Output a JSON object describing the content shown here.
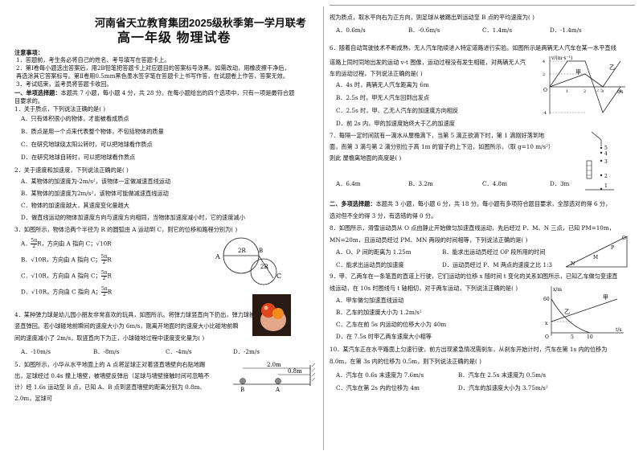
{
  "header": {
    "title1": "河南省天立教育集团2025级秋季第一学月联考",
    "title2": "高一年级   物理试卷"
  },
  "notes": {
    "label": "注意事项：",
    "items": [
      "1．答题前，考生务必将自己的姓名、考号填写在答题卡上。",
      "2．第Ⅰ卷每小题选出答案后，用2B铅笔把答题卡上对应题目的答案标号涂黑。如需改动，用橡皮擦干净后，",
      "    再选涂其它答案标号。第Ⅱ卷用0.5mm黑色墨水签字笔在答题卡上书写作答，在试题卷上作答，答案无效。",
      "3．考试结束，监考员将答题卡收回。"
    ]
  },
  "section1": {
    "head": "一、单项选择题：",
    "desc1": "本题共 7 小题，每小题 4 分，共 28 分。在每小题给出的四个选项中，只有一项是最符合题",
    "desc2": "目要求的。"
  },
  "q1": {
    "stem": "1．关于质点，下列说法正确的是(       )",
    "options": [
      "A．只有体积很小的物体，才能被看成质点",
      "B．质点是用一个点来代表整个物体，不包括物体的质量",
      "C．在研究地球绕太阳公转时，可以把地球看作质点",
      "D．在研究地球自转时，可以把地球看作质点"
    ]
  },
  "q2": {
    "stem": "2．关于速度和加速度，下列说法正确的是(       )",
    "options": [
      "A．某物体的加速度为-2m/s²，该物体一定做减速直线运动",
      "B．某物体的加速度为2m/s²，该物体可能做减速直线运动",
      "C．物体的加速度越大，其速度变化量越大",
      "D．做直线运动的物体加速度方向与速度方向相同，当物体加速度减小时，它的速度减小"
    ]
  },
  "q3": {
    "stem": "3．如图所示，物体沿两个半径为 R 的圆弧由 A 运动到 C，则它的位移和路程分别为(       )",
    "optA_pre": "A．",
    "optA_mid": "R，方向由 A 指向 C；",
    "optA_end": "R",
    "optB_pre": "B．",
    "optB_mid": "R，方向由 A 指向 C；",
    "optB_end": "R",
    "optC_pre": "C．",
    "optC_mid": "R，方向由 A 指向 C；",
    "optC_end": "R",
    "optD_pre": "D．",
    "optD_mid": "R，方向由 C 指向 A；",
    "optD_end": "R",
    "five_pi": "5π",
    "two": "2",
    "sqrt10": "√10",
    "fig_labels": {
      "a": "A",
      "b": "B",
      "c": "C",
      "r2a": "2R",
      "r2b": "2R"
    }
  },
  "q4": {
    "line1": "4．某种弹力球是幼儿园小朋友非常喜欢的玩具，如图所示。将弹力球竖直向下扔出，弹力球被",
    "line2": "竖直弹回。若小球碰地前瞬间的速度大小为 6m/s，刚离开地面时的速度大小比碰地前瞬",
    "line3": "间的速度减小了 2m/s，取竖直向下为正，小球碰地过程中速度变化量为(       )",
    "options": [
      "A．-10m/s",
      "B．-8m/s",
      "C．-4m/s",
      "D．-2m/s"
    ]
  },
  "q5": {
    "line1": "5．如图所示，小华从水平地面上的 A 点将足球正对着竖直墙壁向右贴地踢",
    "line2": "出，足球经过 0.4s 撞上墙壁，被墙壁反弹后（足球与墙壁接触时间可忽略不",
    "line3": "计）经 1.6s 运动至 B 点，已知 A、B 点到竖直墙壁的距离分别为  0.8m、",
    "line4": "2.0m，足球可",
    "fig": {
      "d1": "2.0m",
      "d2": "0.8m",
      "a": "A",
      "b": "B"
    }
  },
  "q5b": {
    "line1": "视为质点，取水平向右为正方向，则足球从被踢出到运动至 B 点的平均速度为(       )",
    "options": [
      "A．0.6m/s",
      "B．-0.6m/s",
      "C．1.4m/s",
      "D．-1.4m/s"
    ]
  },
  "q6": {
    "line1": "6．随着自动驾驶技术不断成熟，无人汽车陆续进入特定道路进行实验。如图所示是两辆无人汽车在某一水平直线",
    "line2": "道路上同时同地出发的运动 v-t 图像，运动过程没有发生相碰，对两辆无人汽",
    "line3": "车的运动过程，下列说法正确的是(       )",
    "options": [
      "A．4s 时，两辆无人汽车距离为 6m",
      "B．2.5s 时，甲无人汽车回到出发点",
      "C．2.5s 时，甲、乙无人汽车的加速度方向相反",
      "D．前 2s 内，甲的加速度始终大于乙的加速度"
    ],
    "chart_data": {
      "type": "line",
      "xlabel": "t/s",
      "ylabel": "v/(m·s⁻¹)",
      "x_ticks": [
        "1",
        "2",
        "3",
        "4"
      ],
      "y_ticks": [
        "4",
        "2",
        "-4"
      ],
      "series": [
        {
          "name": "甲",
          "points": [
            [
              0,
              0
            ],
            [
              1,
              4
            ],
            [
              2,
              4
            ],
            [
              3,
              -4
            ],
            [
              4,
              0
            ]
          ]
        },
        {
          "name": "乙",
          "points": [
            [
              0,
              0
            ],
            [
              2,
              2
            ],
            [
              3,
              0
            ],
            [
              4,
              4
            ]
          ]
        }
      ],
      "annotations": [
        "2.5"
      ]
    },
    "labels": {
      "jia": "甲",
      "yi": "乙",
      "o": "O"
    }
  },
  "q7": {
    "line1": "7．每隔一定时间就有一滴水从屋檐滴下，当第 5 滴正欲滴下时，第 1 滴刚好落到地",
    "line2": "面，而第 3 滴与第 2 滴分别位于高 1m 的窗子的上下沿，如图所示，（取 g=10 m/s²）",
    "line3": "则此 屋檐离地面的高度是(       )",
    "options": [
      "A．6.4m",
      "B．3.2m",
      "C．4.8m",
      "D．3m"
    ],
    "fig": [
      "5",
      "4",
      "3",
      "2",
      "1"
    ]
  },
  "section2": {
    "head": "二、多项选择题：",
    "desc1": "本题共 3 小题，每小题 6 分，共 18 分。每小题有多项符合题目要求，全部选对的得 6 分，",
    "desc2": "选对但不全的得 3 分，有选错的得 0 分。"
  },
  "q8": {
    "line1": "8．如图所示，滑雪运动员从 O 点由静止开始做匀加速直线运动，先后经过  P、M、N 三点，已知 PM=10m，",
    "line2": "MN=20m，且运动员经过  PM、MN 两段的时间相等，下列说法正确的是(       )",
    "options": [
      "A．O、P 间的距离为 1.25m",
      "B．能求出运动员经过 OP 段所用的时间",
      "C．能求出运动员的加速度",
      "D．运动员经过 P、M 两点的速度之比 1:3"
    ],
    "fig": {
      "o": "O",
      "p": "P",
      "m": "M",
      "n": "N"
    }
  },
  "q9": {
    "line1": "9．甲、乙两车在一条笔直的直道上行驶，它们运动的位移 x 随时间 t 变化的关系如图所示，已知乙车做匀变速直",
    "line2": "线运动，在 10s 时图线与 t 轴相切，对于两车运动，下列说法正确的是(       )",
    "options": [
      "A．甲车做匀加速直线运动",
      "B．乙车的加速度大小为 1.2m/s²",
      "C．乙车在前 5s 内运动的位移大小为 40m",
      "D．在 7.5s 时甲乙两车速度大小相等"
    ],
    "chart_data": {
      "type": "line",
      "xlabel": "t/s",
      "ylabel": "x/m",
      "x_ticks": [
        "5",
        "10"
      ],
      "y_ticks": [
        "60"
      ],
      "series": [
        {
          "name": "甲"
        },
        {
          "name": "乙"
        }
      ]
    },
    "labels": {
      "jia": "甲",
      "yi": "乙",
      "o": "O",
      "x0": "x"
    }
  },
  "q10": {
    "line1": "10．某汽车正在水平路面上匀速行驶，前方出现紧急情况需刹车，从刹车开始计时，汽车在第 1s 内的位移为",
    "line2": "8.0m，在第 3s 内的位移为 0.5m，则下列说法正确的是(       )",
    "options": [
      "A．汽车在 0.6s 末速度为 7.6m/s",
      "B．汽车在 2.5s 末速度为 0.5m/s",
      "C．汽车在第 2s 内的位移为 4m",
      "D．汽车的加速度大小为 3.75m/s²"
    ]
  }
}
